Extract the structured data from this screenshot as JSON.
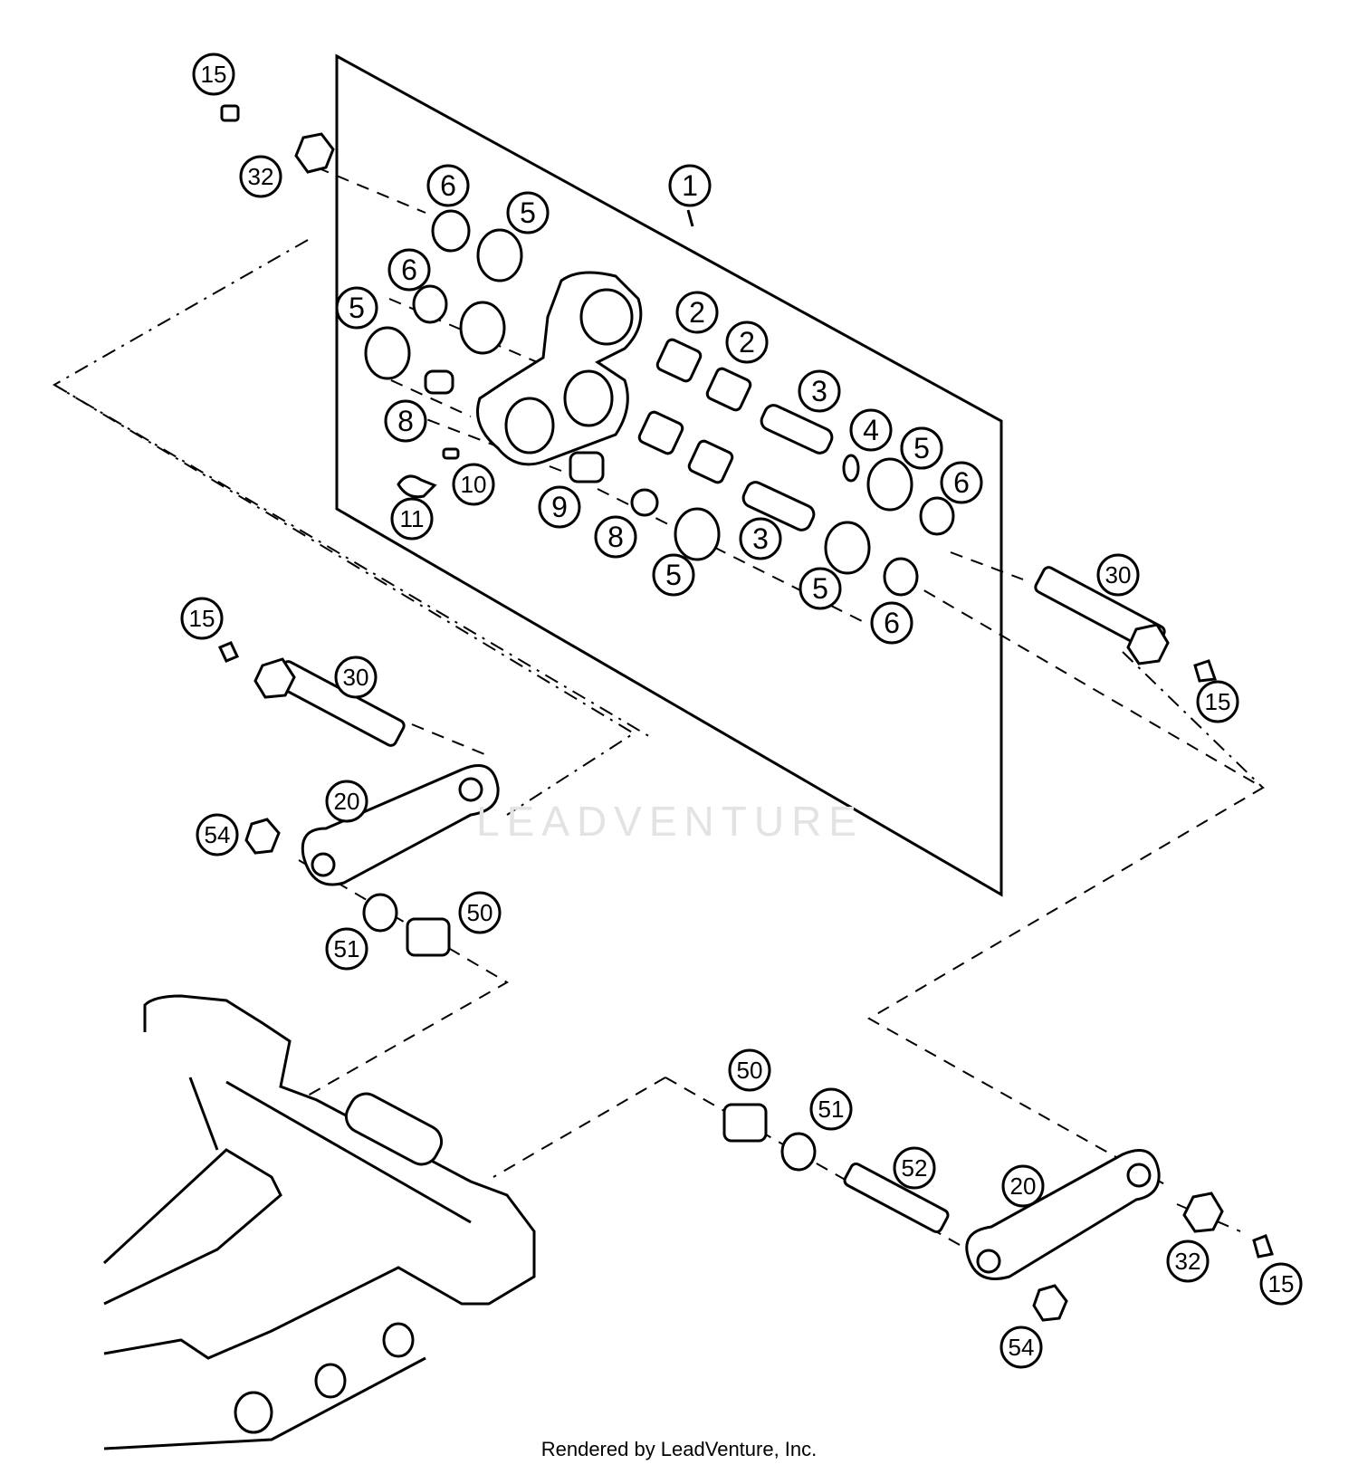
{
  "watermark": "LEADVENTURE",
  "credit": "Rendered by LeadVenture, Inc.",
  "callouts": [
    {
      "id": "c-1",
      "label": "1"
    },
    {
      "id": "c-2a",
      "label": "2"
    },
    {
      "id": "c-2b",
      "label": "2"
    },
    {
      "id": "c-3a",
      "label": "3"
    },
    {
      "id": "c-3b",
      "label": "3"
    },
    {
      "id": "c-4",
      "label": "4"
    },
    {
      "id": "c-5a",
      "label": "5"
    },
    {
      "id": "c-5b",
      "label": "5"
    },
    {
      "id": "c-5c",
      "label": "5"
    },
    {
      "id": "c-5d",
      "label": "5"
    },
    {
      "id": "c-5e",
      "label": "5"
    },
    {
      "id": "c-5f",
      "label": "5"
    },
    {
      "id": "c-6a",
      "label": "6"
    },
    {
      "id": "c-6b",
      "label": "6"
    },
    {
      "id": "c-6c",
      "label": "6"
    },
    {
      "id": "c-6d",
      "label": "6"
    },
    {
      "id": "c-8a",
      "label": "8"
    },
    {
      "id": "c-8b",
      "label": "8"
    },
    {
      "id": "c-9",
      "label": "9"
    },
    {
      "id": "c-10",
      "label": "10"
    },
    {
      "id": "c-11",
      "label": "11"
    },
    {
      "id": "c-15a",
      "label": "15"
    },
    {
      "id": "c-15b",
      "label": "15"
    },
    {
      "id": "c-15c",
      "label": "15"
    },
    {
      "id": "c-15d",
      "label": "15"
    },
    {
      "id": "c-20a",
      "label": "20"
    },
    {
      "id": "c-20b",
      "label": "20"
    },
    {
      "id": "c-30a",
      "label": "30"
    },
    {
      "id": "c-30b",
      "label": "30"
    },
    {
      "id": "c-32a",
      "label": "32"
    },
    {
      "id": "c-32b",
      "label": "32"
    },
    {
      "id": "c-50a",
      "label": "50"
    },
    {
      "id": "c-50b",
      "label": "50"
    },
    {
      "id": "c-51a",
      "label": "51"
    },
    {
      "id": "c-51b",
      "label": "51"
    },
    {
      "id": "c-52",
      "label": "52"
    },
    {
      "id": "c-54a",
      "label": "54"
    },
    {
      "id": "c-54b",
      "label": "54"
    }
  ]
}
